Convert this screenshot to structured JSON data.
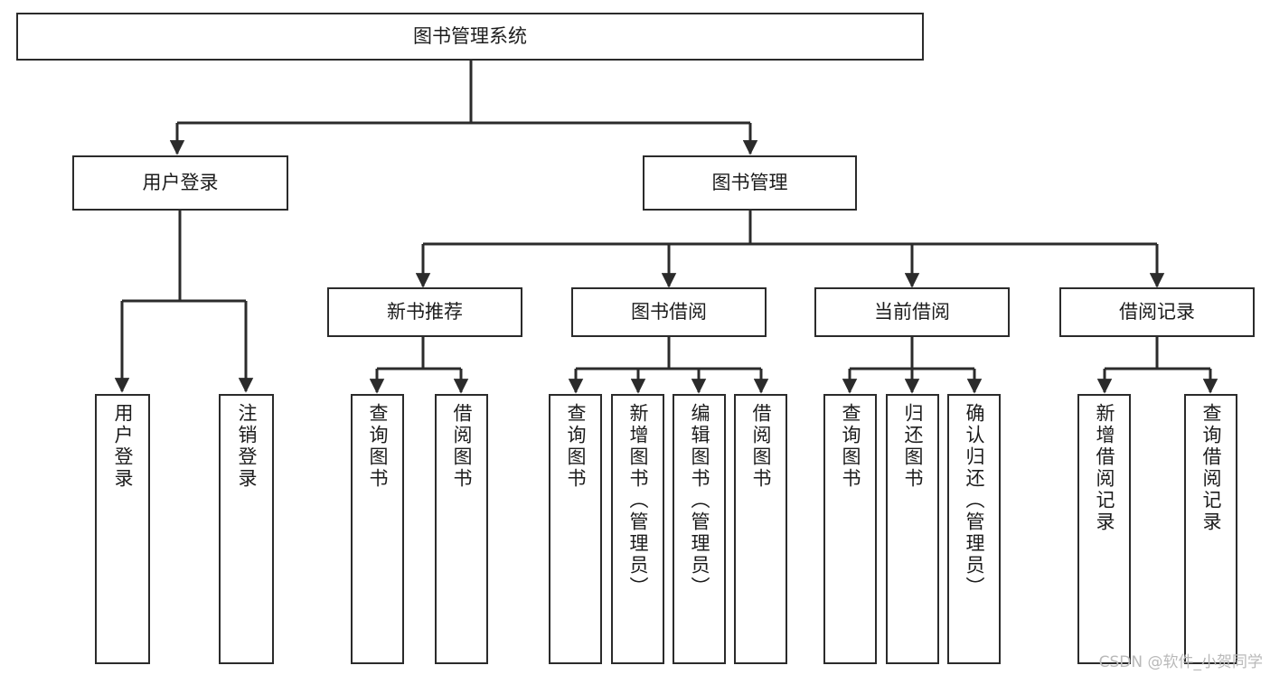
{
  "diagram": {
    "title": "图书管理系统",
    "type": "tree",
    "watermark": "CSDN @软件_小贺同学",
    "colors": {
      "stroke": "#2b2b2b",
      "fill": "#ffffff",
      "text": "#1c1c1c",
      "watermark": "#b9b9b9"
    },
    "root": {
      "label": "图书管理系统"
    },
    "level1": [
      {
        "label": "用户登录"
      },
      {
        "label": "图书管理"
      }
    ],
    "level2": [
      {
        "label": "新书推荐"
      },
      {
        "label": "图书借阅"
      },
      {
        "label": "当前借阅"
      },
      {
        "label": "借阅记录"
      }
    ],
    "leaves": {
      "user_login": [
        {
          "label": "用户登录"
        },
        {
          "label": "注销登录"
        }
      ],
      "new_book_rec": [
        {
          "label": "查询图书"
        },
        {
          "label": "借阅图书"
        }
      ],
      "book_borrow": [
        {
          "label": "查询图书"
        },
        {
          "label": "新增图书（管理员）"
        },
        {
          "label": "编辑图书（管理员）"
        },
        {
          "label": "借阅图书"
        }
      ],
      "current_borrow": [
        {
          "label": "查询图书"
        },
        {
          "label": "归还图书"
        },
        {
          "label": "确认归还（管理员）"
        }
      ],
      "borrow_record": [
        {
          "label": "新增借阅记录"
        },
        {
          "label": "查询借阅记录"
        }
      ]
    }
  }
}
